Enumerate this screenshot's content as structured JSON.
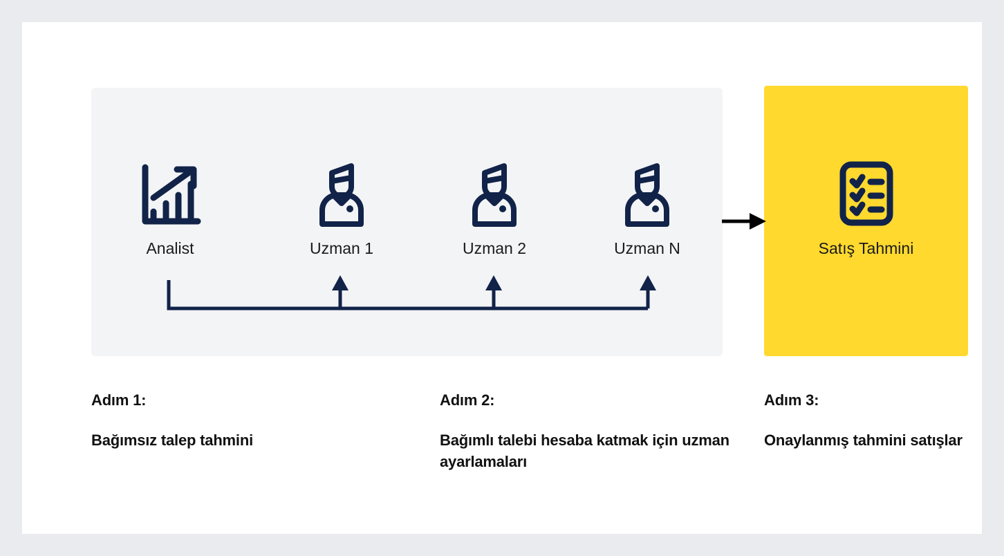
{
  "theme": {
    "page_background": "#eaebef",
    "card_background": "#ffffff",
    "panel_background": "#f3f4f6",
    "accent_yellow": "#ffd92e",
    "icon_navy": "#122349",
    "text_dark": "#111111",
    "arrow_black": "#000000"
  },
  "process": {
    "actors": [
      {
        "id": "analyst",
        "label": "Analist",
        "icon": "growth-chart-icon"
      },
      {
        "id": "expert-1",
        "label": "Uzman 1",
        "icon": "expert-person-icon"
      },
      {
        "id": "expert-2",
        "label": "Uzman 2",
        "icon": "expert-person-icon"
      },
      {
        "id": "expert-n",
        "label": "Uzman N",
        "icon": "expert-person-icon"
      }
    ],
    "outcome": {
      "label": "Satış Tahmini",
      "icon": "checklist-clipboard-icon"
    },
    "connectors": {
      "feedback_bus": "analyst-to-experts-feedback-bus",
      "flow_arrow": "experts-to-outcome-arrow"
    }
  },
  "steps": [
    {
      "title": "Adım 1:",
      "description": "Bağımsız talep tahmini"
    },
    {
      "title": "Adım 2:",
      "description": "Bağımlı talebi hesaba katmak için uzman ayarlamaları"
    },
    {
      "title": "Adım 3:",
      "description": "Onaylanmış tahmini satışlar"
    }
  ]
}
